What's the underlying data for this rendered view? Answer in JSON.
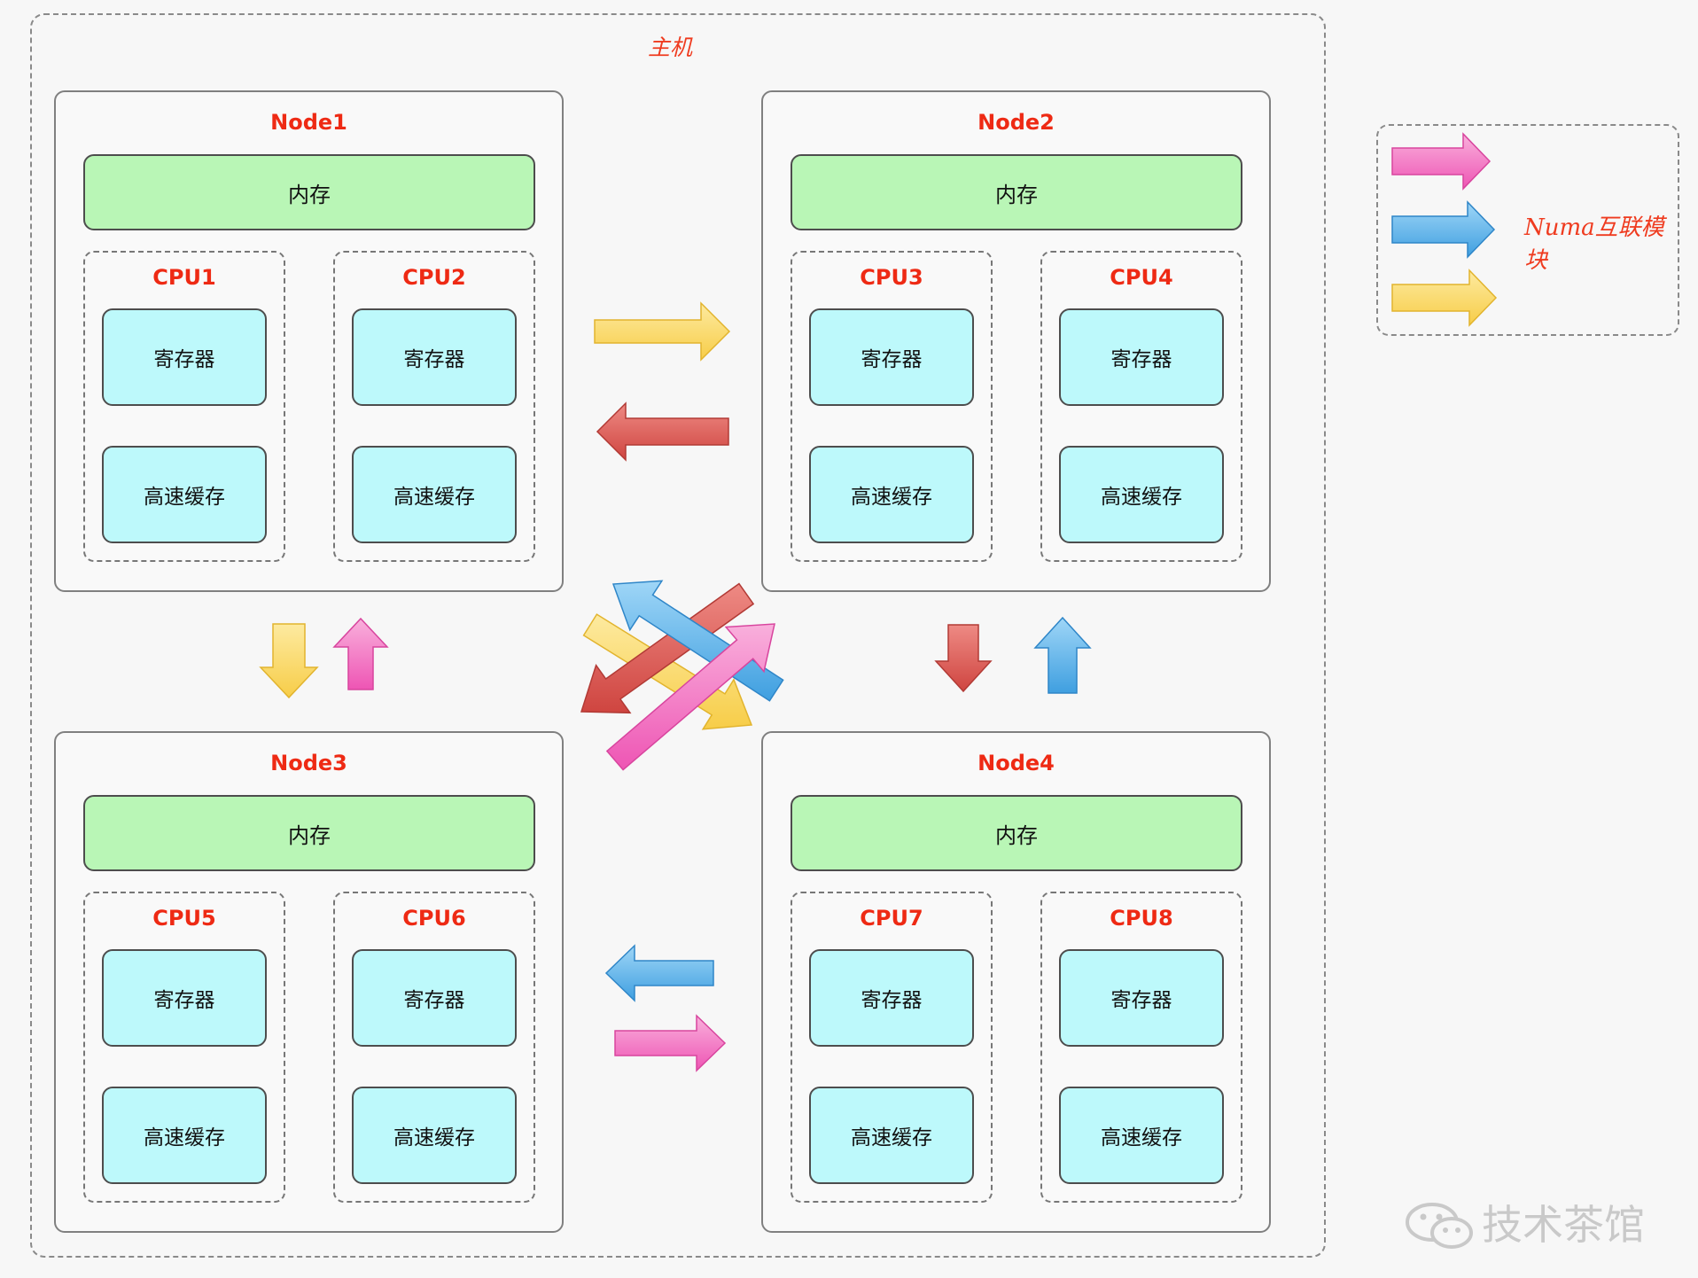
{
  "host": {
    "label": "主机"
  },
  "nodes": [
    {
      "title": "Node1",
      "memory": "内存",
      "cpus": [
        {
          "title": "CPU1",
          "register": "寄存器",
          "cache": "高速缓存"
        },
        {
          "title": "CPU2",
          "register": "寄存器",
          "cache": "高速缓存"
        }
      ]
    },
    {
      "title": "Node2",
      "memory": "内存",
      "cpus": [
        {
          "title": "CPU3",
          "register": "寄存器",
          "cache": "高速缓存"
        },
        {
          "title": "CPU4",
          "register": "寄存器",
          "cache": "高速缓存"
        }
      ]
    },
    {
      "title": "Node3",
      "memory": "内存",
      "cpus": [
        {
          "title": "CPU5",
          "register": "寄存器",
          "cache": "高速缓存"
        },
        {
          "title": "CPU6",
          "register": "寄存器",
          "cache": "高速缓存"
        }
      ]
    },
    {
      "title": "Node4",
      "memory": "内存",
      "cpus": [
        {
          "title": "CPU7",
          "register": "寄存器",
          "cache": "高速缓存"
        },
        {
          "title": "CPU8",
          "register": "寄存器",
          "cache": "高速缓存"
        }
      ]
    }
  ],
  "legend": {
    "label": "Numa互联模块",
    "arrow_colors": [
      "#f26ac0",
      "#5ab4ec",
      "#f9da6a"
    ]
  },
  "interconnect_colors": {
    "pink": "#f26ac0",
    "blue": "#5ab4ec",
    "yellow": "#f9da6a",
    "red": "#d9534f"
  },
  "watermark": {
    "text": "技术茶馆"
  }
}
